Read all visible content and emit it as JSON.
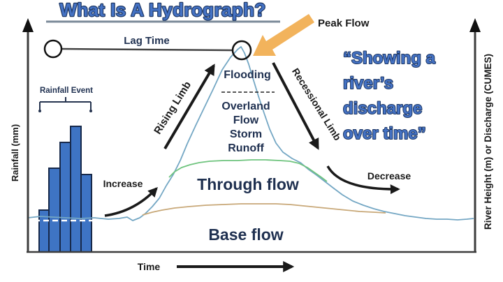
{
  "title": "What Is A Hydrograph?",
  "quote_lines": [
    "“Showing a",
    "river’s",
    "discharge",
    "over time”"
  ],
  "axes": {
    "left": "Rainfall (mm)",
    "right": "River Height (m) or Discharge (CUMES)",
    "x": "Time"
  },
  "labels": {
    "lag_time": "Lag Time",
    "peak_flow": "Peak Flow",
    "flooding": "Flooding",
    "overland": [
      "Overland",
      "Flow",
      "Storm",
      "Runoff"
    ],
    "rising_limb": "Rising Limb",
    "recessional_limb": "Recessional Limb",
    "increase": "Increase",
    "decrease": "Decrease",
    "through_flow": "Through flow",
    "base_flow": "Base flow",
    "rainfall_event": "Rainfall Event",
    "time": "Time"
  },
  "colors": {
    "blue": "#4472C4",
    "blue_dark": "#1F3864",
    "navy": "#1F3050",
    "ink": "#1A1A1A",
    "axis": "#3D3D3D",
    "bar": "#3E74C4",
    "bar_border": "#17294A",
    "underline": "#7B8A99",
    "orange": "#F2B35C",
    "discharge": "#74A7C4",
    "through": "#6FC47E",
    "base": "#C8A878"
  },
  "chart_data": {
    "type": "line",
    "title": "What Is A Hydrograph?",
    "xlabel": "Time",
    "ylabel_left": "Rainfall (mm)",
    "ylabel_right": "River Height (m) or Discharge (CUMES)",
    "annotations": [
      "Lag Time",
      "Peak Flow",
      "Flooding",
      "Overland Flow Storm Runoff",
      "Rising Limb",
      "Recessional Limb",
      "Increase",
      "Decrease",
      "Through flow",
      "Base flow",
      "Rainfall Event"
    ],
    "rainfall_bars": {
      "baseline_y": 361,
      "bars": [
        {
          "x": 56,
          "w": 14,
          "top": 301
        },
        {
          "x": 70,
          "w": 16,
          "top": 241
        },
        {
          "x": 86,
          "w": 15,
          "top": 204
        },
        {
          "x": 101,
          "w": 15,
          "top": 181
        },
        {
          "x": 116,
          "w": 15,
          "top": 250
        }
      ]
    },
    "series": [
      {
        "name": "discharge",
        "color_key": "discharge",
        "points": [
          [
            40,
            312
          ],
          [
            58,
            310
          ],
          [
            75,
            311
          ],
          [
            95,
            312
          ],
          [
            115,
            313
          ],
          [
            135,
            312
          ],
          [
            155,
            314
          ],
          [
            170,
            313
          ],
          [
            182,
            311
          ],
          [
            190,
            316
          ],
          [
            200,
            312
          ],
          [
            208,
            306
          ],
          [
            218,
            296
          ],
          [
            228,
            284
          ],
          [
            238,
            266
          ],
          [
            248,
            250
          ],
          [
            258,
            230
          ],
          [
            268,
            206
          ],
          [
            280,
            180
          ],
          [
            292,
            155
          ],
          [
            305,
            128
          ],
          [
            318,
            100
          ],
          [
            330,
            82
          ],
          [
            340,
            71
          ],
          [
            345,
            67
          ],
          [
            350,
            76
          ],
          [
            356,
            92
          ],
          [
            362,
            112
          ],
          [
            370,
            138
          ],
          [
            378,
            162
          ],
          [
            386,
            185
          ],
          [
            395,
            205
          ],
          [
            405,
            218
          ],
          [
            418,
            227
          ],
          [
            430,
            233
          ],
          [
            442,
            243
          ],
          [
            452,
            250
          ],
          [
            465,
            260
          ],
          [
            478,
            270
          ],
          [
            490,
            279
          ],
          [
            505,
            288
          ],
          [
            520,
            294
          ],
          [
            535,
            299
          ],
          [
            550,
            303
          ],
          [
            565,
            306
          ],
          [
            580,
            309
          ],
          [
            595,
            311
          ],
          [
            610,
            313
          ],
          [
            625,
            314
          ],
          [
            640,
            314
          ],
          [
            655,
            315
          ],
          [
            668,
            314
          ],
          [
            678,
            313
          ]
        ]
      },
      {
        "name": "through_flow",
        "color_key": "through",
        "points": [
          [
            242,
            254
          ],
          [
            250,
            246
          ],
          [
            260,
            240
          ],
          [
            272,
            236
          ],
          [
            285,
            233
          ],
          [
            300,
            231
          ],
          [
            320,
            230
          ],
          [
            340,
            230
          ],
          [
            360,
            229
          ],
          [
            380,
            229
          ],
          [
            400,
            230
          ],
          [
            415,
            231
          ],
          [
            428,
            234
          ],
          [
            440,
            240
          ],
          [
            450,
            247
          ],
          [
            460,
            254
          ],
          [
            468,
            260
          ]
        ]
      },
      {
        "name": "base_flow",
        "color_key": "base",
        "points": [
          [
            204,
            308
          ],
          [
            218,
            304
          ],
          [
            232,
            301
          ],
          [
            250,
            298
          ],
          [
            270,
            296
          ],
          [
            295,
            294
          ],
          [
            320,
            293
          ],
          [
            345,
            292
          ],
          [
            370,
            292
          ],
          [
            395,
            292
          ],
          [
            415,
            293
          ],
          [
            435,
            295
          ],
          [
            455,
            297
          ],
          [
            475,
            299
          ],
          [
            495,
            301
          ],
          [
            515,
            303
          ],
          [
            535,
            304
          ],
          [
            552,
            305
          ]
        ]
      }
    ]
  }
}
